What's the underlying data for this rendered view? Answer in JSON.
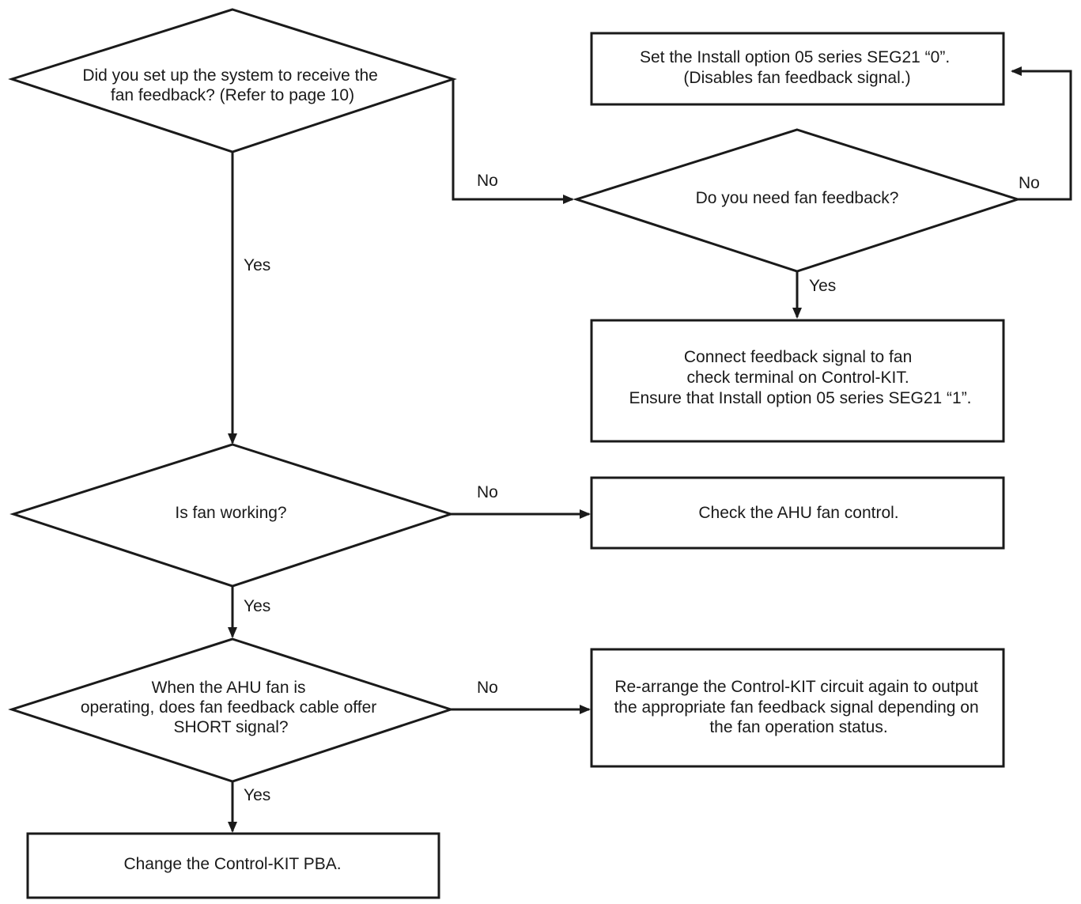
{
  "nodes": {
    "q_setup": {
      "shape": "diamond",
      "lines": [
        "Did you set up the system to receive the",
        "fan feedback? (Refer to page 10)"
      ]
    },
    "box_disable": {
      "shape": "rectangle",
      "lines": [
        "Set the Install option 05 series SEG21 “0”.",
        "(Disables fan feedback signal.)"
      ]
    },
    "q_need": {
      "shape": "diamond",
      "lines": [
        "Do you need fan feedback?"
      ]
    },
    "box_connect": {
      "shape": "rectangle",
      "lines": [
        "Connect feedback signal to fan",
        "check terminal on Control-KIT.",
        "Ensure that Install option 05 series SEG21 “1”."
      ]
    },
    "q_working": {
      "shape": "diamond",
      "lines": [
        "Is fan working?"
      ]
    },
    "box_ahu": {
      "shape": "rectangle",
      "lines": [
        "Check the AHU fan control."
      ]
    },
    "q_short": {
      "shape": "diamond",
      "lines": [
        "When the AHU fan is",
        "operating, does fan feedback cable offer",
        "SHORT signal?"
      ]
    },
    "box_rearrange": {
      "shape": "rectangle",
      "lines": [
        "Re-arrange the Control-KIT circuit again to output",
        "the appropriate fan feedback signal depending on",
        "the fan operation status."
      ]
    },
    "box_pba": {
      "shape": "rectangle",
      "lines": [
        "Change the Control-KIT PBA."
      ]
    }
  },
  "edges": [
    {
      "id": "setup-no",
      "from": "q_setup",
      "to": "q_need",
      "label": "No"
    },
    {
      "id": "setup-yes",
      "from": "q_setup",
      "to": "q_working",
      "label": "Yes"
    },
    {
      "id": "need-no",
      "from": "q_need",
      "to": "box_disable",
      "label": "No"
    },
    {
      "id": "need-yes",
      "from": "q_need",
      "to": "box_connect",
      "label": "Yes"
    },
    {
      "id": "working-no",
      "from": "q_working",
      "to": "box_ahu",
      "label": "No"
    },
    {
      "id": "working-yes",
      "from": "q_working",
      "to": "q_short",
      "label": "Yes"
    },
    {
      "id": "short-no",
      "from": "q_short",
      "to": "box_rearrange",
      "label": "No"
    },
    {
      "id": "short-yes",
      "from": "q_short",
      "to": "box_pba",
      "label": "Yes"
    }
  ],
  "colors": {
    "line": "#1a1a1a",
    "background": "#ffffff"
  }
}
